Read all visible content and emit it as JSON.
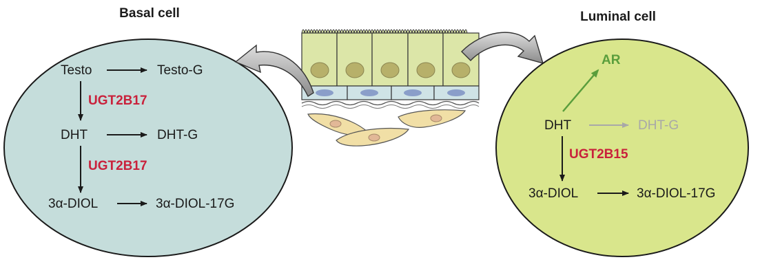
{
  "colors": {
    "basal_cell_fill": "#c5dddb",
    "luminal_cell_fill": "#d9e68c",
    "enzyme_red": "#c9213b",
    "ar_green": "#5a9e3c",
    "faded_gray": "#a8a8a8",
    "columnar_cell": "#dce6a8",
    "nucleus": "#b7b06a",
    "basal_layer": "#cfe3e6",
    "fibroblast": "#f1dfa6"
  },
  "basal": {
    "title": "Basal cell",
    "rows": [
      {
        "substrate": "Testo",
        "product": "Testo-G"
      },
      {
        "substrate": "DHT",
        "product": "DHT-G"
      },
      {
        "substrate": "3α-DIOL",
        "product": "3α-DIOL-17G"
      }
    ],
    "enzymes": [
      "UGT2B17",
      "UGT2B17"
    ]
  },
  "luminal": {
    "title": "Luminal cell",
    "receptor": "AR",
    "rows": [
      {
        "substrate": "DHT",
        "product": "DHT-G"
      },
      {
        "substrate": "3α-DIOL",
        "product": "3α-DIOL-17G"
      }
    ],
    "enzyme": "UGT2B15"
  }
}
